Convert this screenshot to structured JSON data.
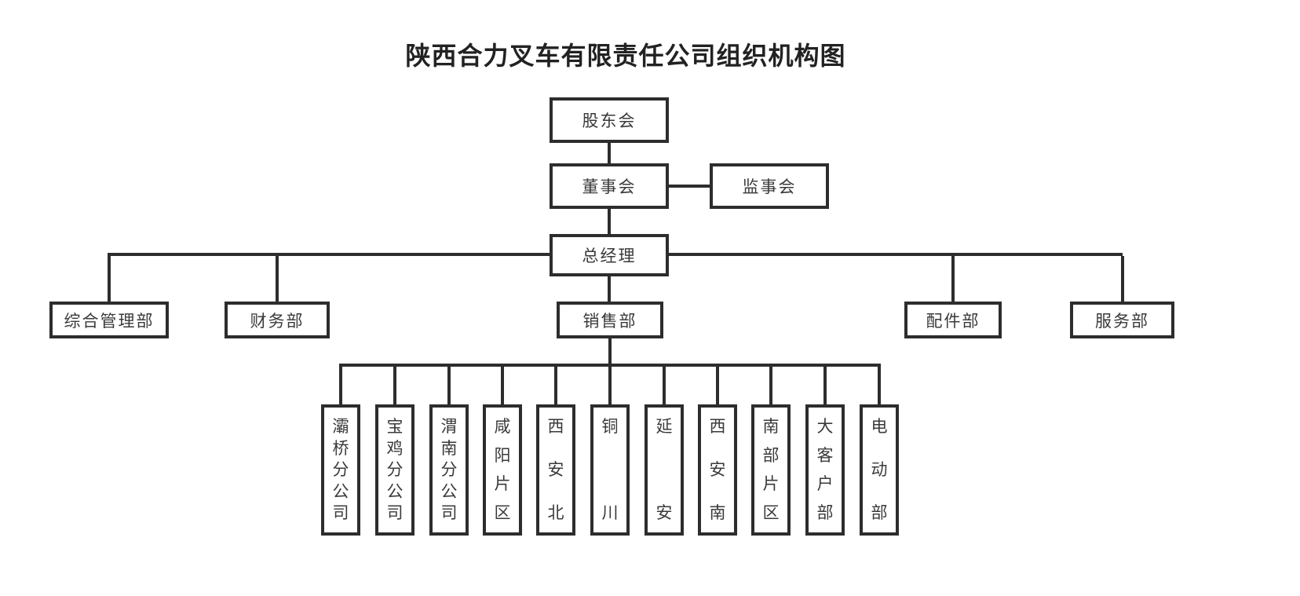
{
  "title": "陕西合力叉车有限责任公司组织机构图",
  "org": {
    "shareholders": "股东会",
    "board": "董事会",
    "supervisory": "监事会",
    "general_manager": "总经理",
    "departments": [
      {
        "label": "综合管理部"
      },
      {
        "label": "财务部"
      },
      {
        "label": "销售部"
      },
      {
        "label": "配件部"
      },
      {
        "label": "服务部"
      }
    ],
    "sales_units": [
      {
        "label": "灞桥分公司"
      },
      {
        "label": "宝鸡分公司"
      },
      {
        "label": "渭南分公司"
      },
      {
        "label": "咸阳片区"
      },
      {
        "label": "西安北"
      },
      {
        "label": "铜川"
      },
      {
        "label": "延安"
      },
      {
        "label": "西安南"
      },
      {
        "label": "南部片区"
      },
      {
        "label": "大客户部"
      },
      {
        "label": "电动部"
      }
    ]
  },
  "colors": {
    "line": "#2d2d2d",
    "text": "#3a3a3a",
    "background": "#ffffff"
  }
}
